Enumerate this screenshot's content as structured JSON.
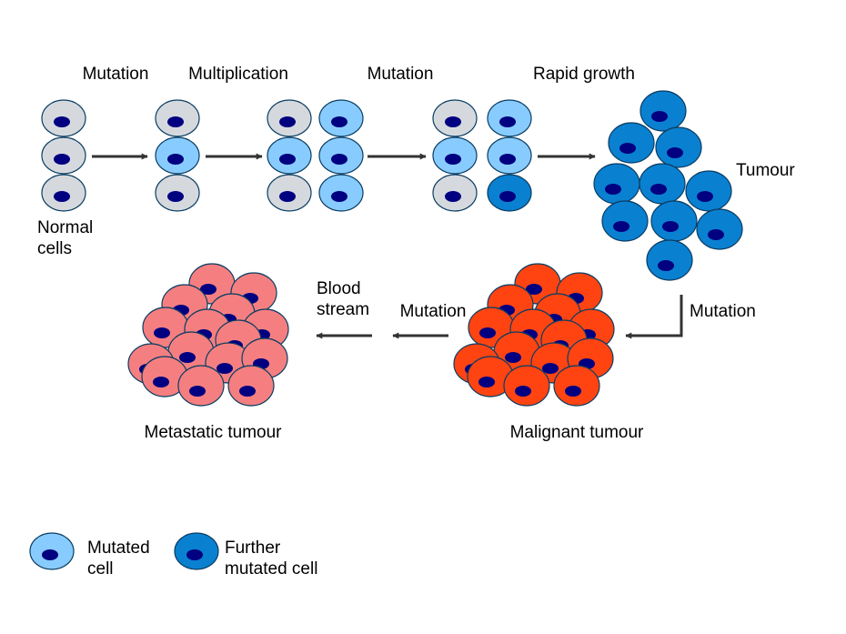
{
  "labels": {
    "step1": "Mutation",
    "step2": "Multiplication",
    "step3": "Mutation",
    "step4": "Rapid growth",
    "normal_cells_line1": "Normal",
    "normal_cells_line2": "cells",
    "tumour": "Tumour",
    "mutation_to_malignant": "Mutation",
    "mutation_to_blood": "Mutation",
    "blood_line1": "Blood",
    "blood_line2": "stream",
    "malignant_tumour": "Malignant tumour",
    "metastatic_tumour": "Metastatic tumour"
  },
  "legend": {
    "mutated_line1": "Mutated",
    "mutated_line2": "cell",
    "further_line1": "Further",
    "further_line2": "mutated cell"
  },
  "colors": {
    "normal_cell": "#d5d9de",
    "mutated_cell": "#88ccff",
    "further_mutated_cell": "#0a80d0",
    "malignant_cell": "#ff4412",
    "metastatic_cell": "#f57f80",
    "nucleus": "#000080",
    "arrow": "#333333"
  }
}
